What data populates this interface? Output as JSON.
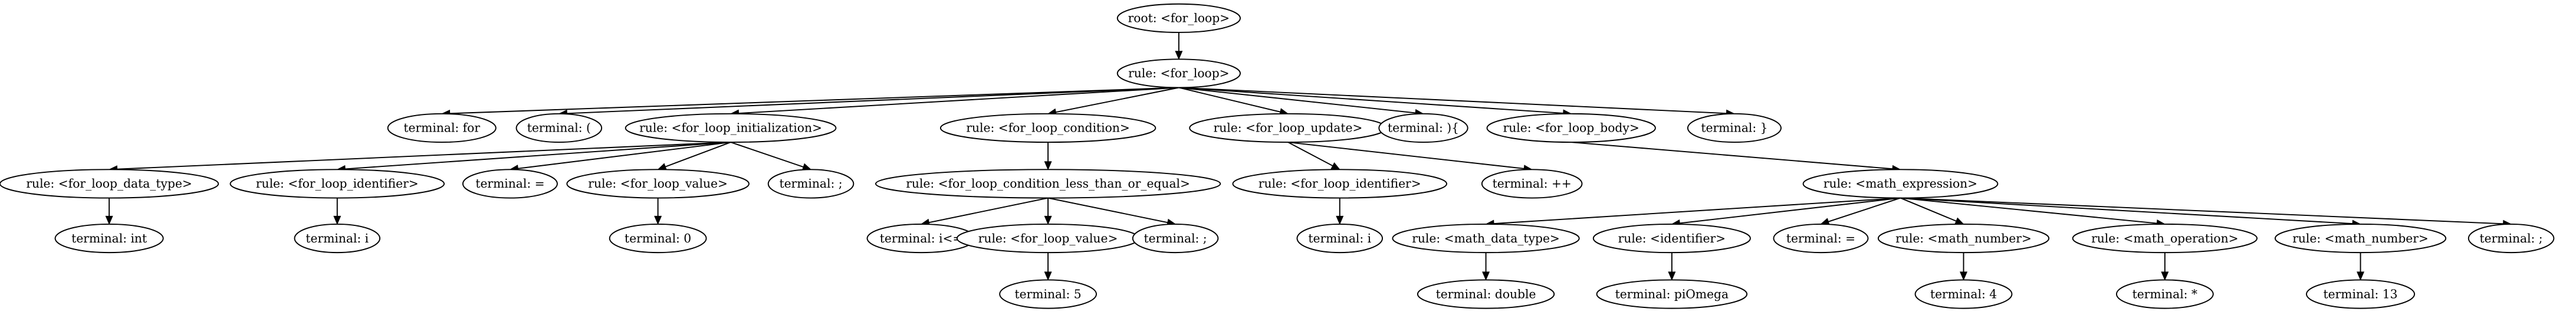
{
  "nodes": {
    "root": "root: <for_loop>",
    "for_loop": "rule: <for_loop>",
    "t_for": "terminal: for",
    "t_lparen": "terminal: (",
    "init": "rule: <for_loop_initialization>",
    "cond": "rule: <for_loop_condition>",
    "update": "rule: <for_loop_update>",
    "t_rparen_brace": "terminal: ){",
    "body": "rule: <for_loop_body>",
    "t_rbrace": "terminal: }",
    "data_type": "rule: <for_loop_data_type>",
    "ident": "rule: <for_loop_identifier>",
    "t_eq": "terminal: =",
    "value": "rule: <for_loop_value>",
    "t_semi1": "terminal: ;",
    "cond_le": "rule: <for_loop_condition_less_than_or_equal>",
    "upd_ident": "rule: <for_loop_identifier>",
    "t_incr": "terminal: ++",
    "math_expr": "rule: <math_expression>",
    "t_int": "terminal: int",
    "t_i1": "terminal: i",
    "t_zero": "terminal: 0",
    "t_ile": "terminal: i<=",
    "cond_value": "rule: <for_loop_value>",
    "t_semi2": "terminal: ;",
    "t_i2": "terminal: i",
    "math_dt": "rule: <math_data_type>",
    "math_id": "rule: <identifier>",
    "t_eq2": "terminal: =",
    "math_num1": "rule: <math_number>",
    "math_op": "rule: <math_operation>",
    "math_num2": "rule: <math_number>",
    "t_semi3": "terminal: ;",
    "t_five": "terminal: 5",
    "t_double": "terminal: double",
    "t_piomega": "terminal: piOmega",
    "t_four": "terminal: 4",
    "t_star": "terminal: *",
    "t_thirteen": "terminal: 13"
  },
  "edges": [
    [
      "root",
      "for_loop"
    ],
    [
      "for_loop",
      "t_for"
    ],
    [
      "for_loop",
      "t_lparen"
    ],
    [
      "for_loop",
      "init"
    ],
    [
      "for_loop",
      "cond"
    ],
    [
      "for_loop",
      "update"
    ],
    [
      "for_loop",
      "t_rparen_brace"
    ],
    [
      "for_loop",
      "body"
    ],
    [
      "for_loop",
      "t_rbrace"
    ],
    [
      "init",
      "data_type"
    ],
    [
      "init",
      "ident"
    ],
    [
      "init",
      "t_eq"
    ],
    [
      "init",
      "value"
    ],
    [
      "init",
      "t_semi1"
    ],
    [
      "cond",
      "cond_le"
    ],
    [
      "update",
      "upd_ident"
    ],
    [
      "update",
      "t_incr"
    ],
    [
      "body",
      "math_expr"
    ],
    [
      "data_type",
      "t_int"
    ],
    [
      "ident",
      "t_i1"
    ],
    [
      "value",
      "t_zero"
    ],
    [
      "cond_le",
      "t_ile"
    ],
    [
      "cond_le",
      "cond_value"
    ],
    [
      "cond_le",
      "t_semi2"
    ],
    [
      "upd_ident",
      "t_i2"
    ],
    [
      "math_expr",
      "math_dt"
    ],
    [
      "math_expr",
      "math_id"
    ],
    [
      "math_expr",
      "t_eq2"
    ],
    [
      "math_expr",
      "math_num1"
    ],
    [
      "math_expr",
      "math_op"
    ],
    [
      "math_expr",
      "math_num2"
    ],
    [
      "math_expr",
      "t_semi3"
    ],
    [
      "cond_value",
      "t_five"
    ],
    [
      "math_dt",
      "t_double"
    ],
    [
      "math_id",
      "t_piomega"
    ],
    [
      "math_num1",
      "t_four"
    ],
    [
      "math_op",
      "t_star"
    ],
    [
      "math_num2",
      "t_thirteen"
    ]
  ]
}
